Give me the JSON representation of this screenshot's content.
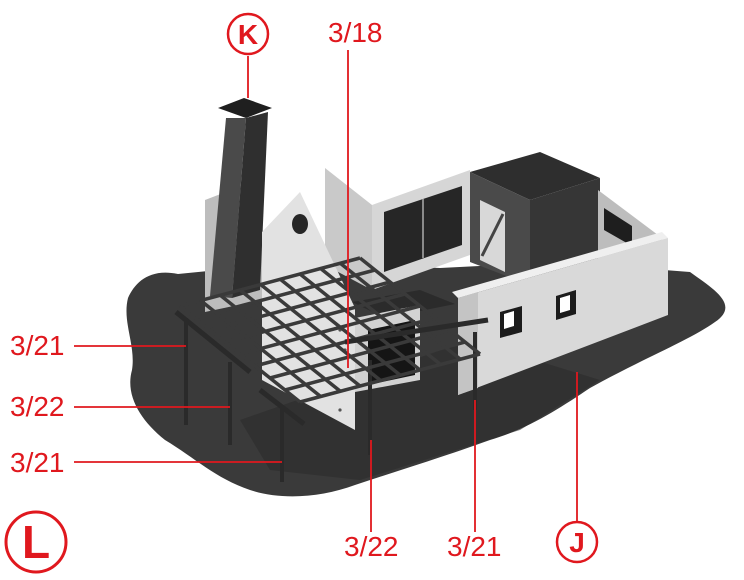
{
  "colors": {
    "accent": "#e0181e",
    "ground": "#3c3c3c",
    "wall_light": "#cfcfcf",
    "wall_mid": "#a9a9a9",
    "wall_dark": "#7a7a7a",
    "roof_dark": "#2a2a2a"
  },
  "callouts": {
    "label_k": "K",
    "label_l": "L",
    "label_j": "J",
    "ref_3_18": "3/18",
    "ref_3_21_top": "3/21",
    "ref_3_22_left": "3/22",
    "ref_3_21_left": "3/21",
    "ref_3_22_bottom": "3/22",
    "ref_3_21_bottom": "3/21"
  }
}
